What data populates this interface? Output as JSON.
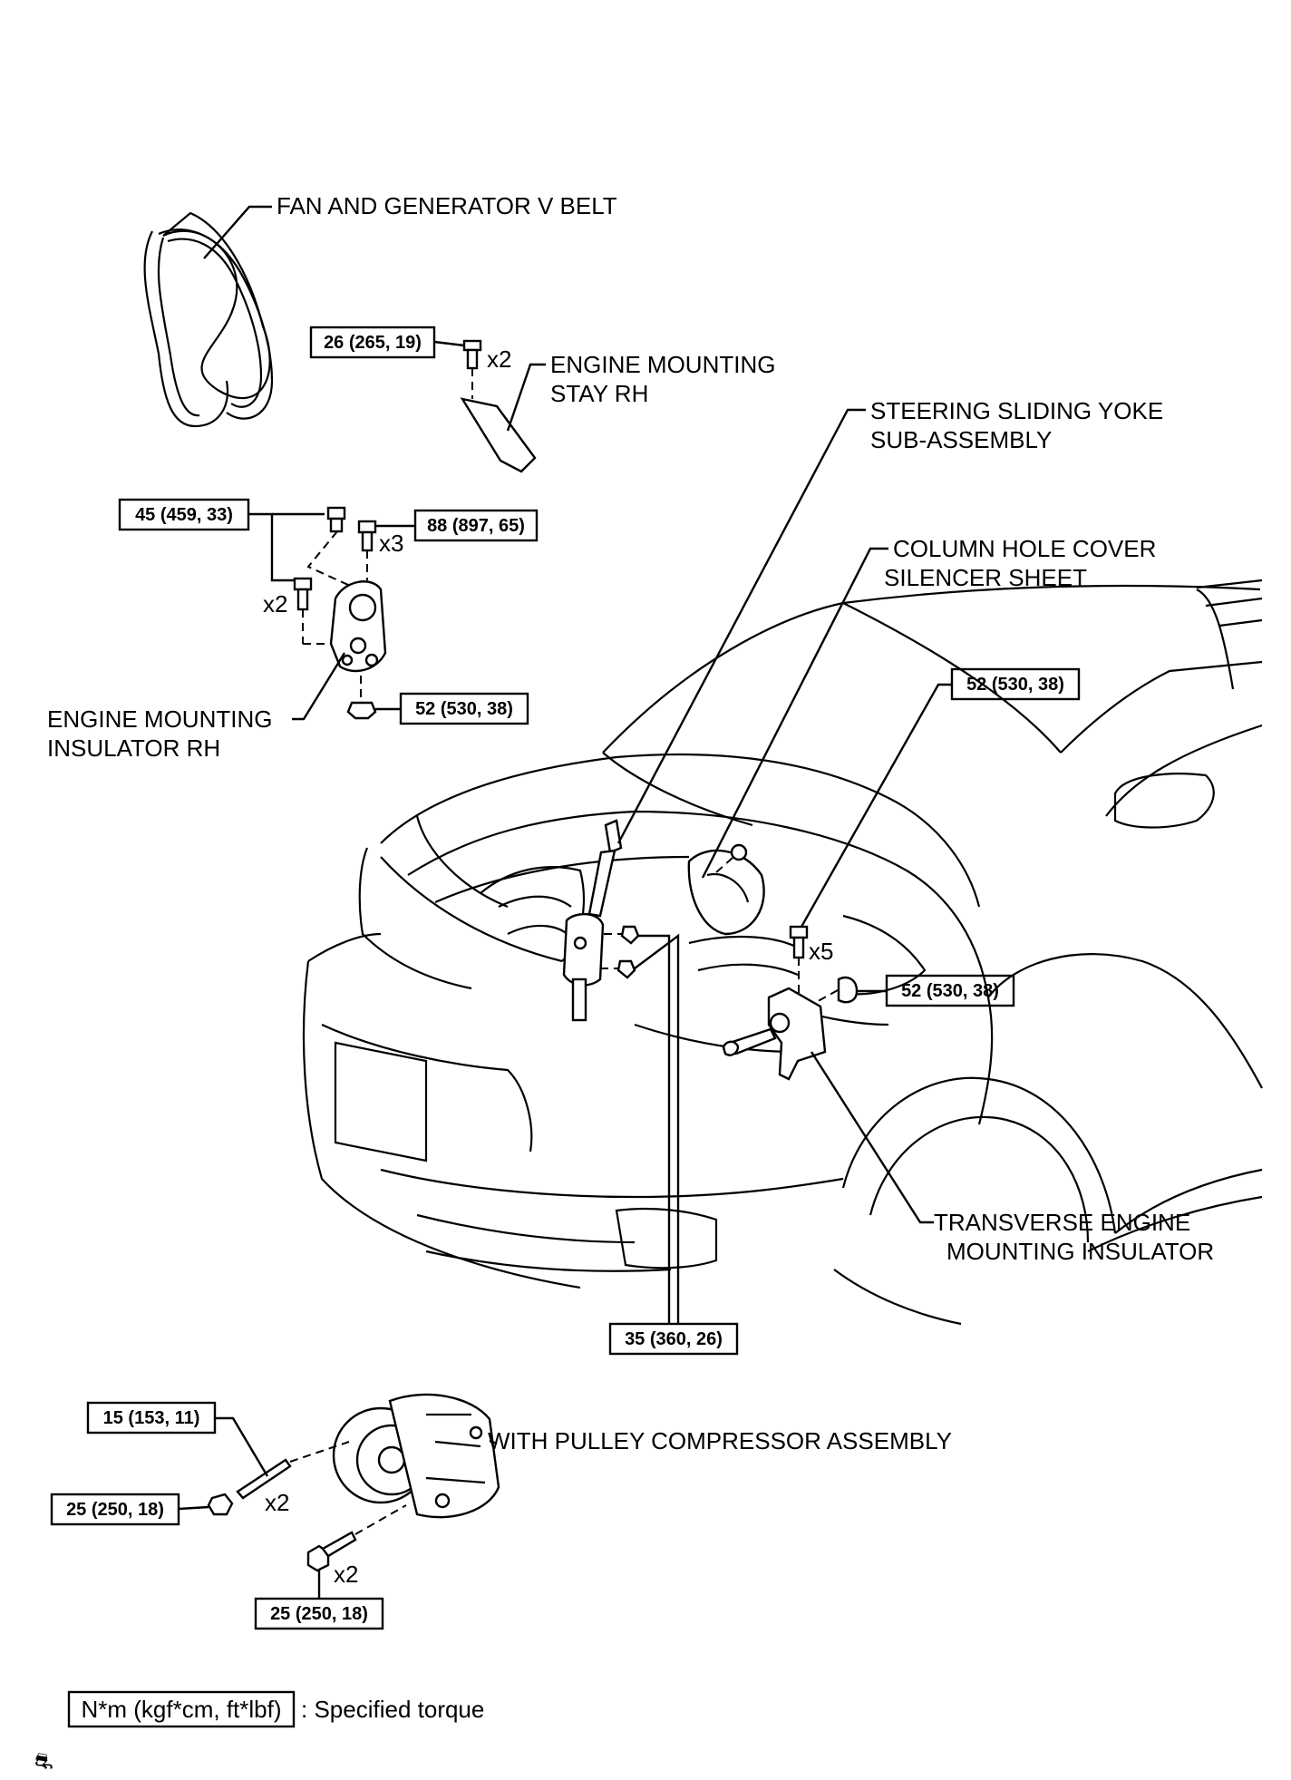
{
  "labels": {
    "fan_belt": "FAN AND GENERATOR V BELT",
    "stay_rh_1": "ENGINE MOUNTING",
    "stay_rh_2": "STAY RH",
    "yoke_1": "STEERING SLIDING YOKE",
    "yoke_2": "SUB-ASSEMBLY",
    "cover_1": "COLUMN HOLE COVER",
    "cover_2": "SILENCER SHEET",
    "insulator_rh_1": "ENGINE MOUNTING",
    "insulator_rh_2": "INSULATOR RH",
    "transverse_1": "TRANSVERSE ENGINE",
    "transverse_2": "MOUNTING INSULATOR",
    "compressor": "WITH PULLEY COMPRESSOR ASSEMBLY"
  },
  "torques": {
    "stay_bolt": "26 (265, 19)",
    "insulator_bolt_a": "45 (459, 33)",
    "insulator_bolt_b": "88 (897, 65)",
    "insulator_nut": "52 (530, 38)",
    "transverse_bolt": "52 (530, 38)",
    "transverse_nut": "52 (530, 38)",
    "yoke_bolt": "35 (360, 26)",
    "stud": "15 (153, 11)",
    "comp_nut": "25 (250, 18)",
    "comp_bolt": "25 (250, 18)"
  },
  "quantities": {
    "stay_bolt": "x2",
    "insulator_bolt_b": "x3",
    "insulator_bolt_a": "x2",
    "transverse_bolt": "x5",
    "stud": "x2",
    "comp_bolt": "x2"
  },
  "legend": {
    "unit_box": "N*m (kgf*cm, ft*lbf)",
    "description": ": Specified torque"
  },
  "corner_mark": "⛐"
}
